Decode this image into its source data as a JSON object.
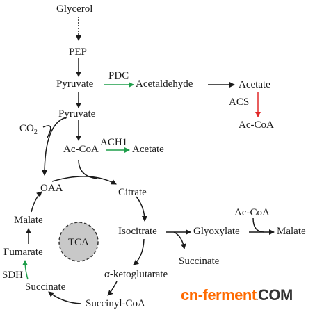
{
  "nodes": {
    "glycerol": "Glycerol",
    "pep": "PEP",
    "pyruvate_1": "Pyruvate",
    "acetaldehyde": "Acetaldehyde",
    "acetate_1": "Acetate",
    "acs_coa": "Ac-CoA",
    "pyruvate_2": "Pyruvate",
    "co2_base": "CO",
    "co2_sub": "2",
    "accoa_1": "Ac-CoA",
    "acetate_2": "Acetate",
    "oaa": "OAA",
    "citrate": "Citrate",
    "malate_1": "Malate",
    "isocitrate": "Isocitrate",
    "glyoxylate": "Glyoxylate",
    "accoa_2": "Ac-CoA",
    "malate_2": "Malate",
    "fumarate": "Fumarate",
    "succinate_1": "Succinate",
    "succinate_2": "Succinate",
    "alpha_kg": "α-ketoglutarate",
    "succinyl_coa": "Succinyl-CoA"
  },
  "enzymes": {
    "pdc": "PDC",
    "acs": "ACS",
    "ach1": "ACH1",
    "sdh": "SDH"
  },
  "cycle_label": "TCA",
  "watermark": {
    "part1": "cn-ferment",
    "dot": ".",
    "part2": "COM"
  },
  "colors": {
    "arrow": "#1a1a1a",
    "green_arrow": "#1e9e4a",
    "red_arrow": "#e02828",
    "tca_fill": "#c8c8c8",
    "watermark_main": "#ff6a00",
    "watermark_com": "#333333"
  }
}
